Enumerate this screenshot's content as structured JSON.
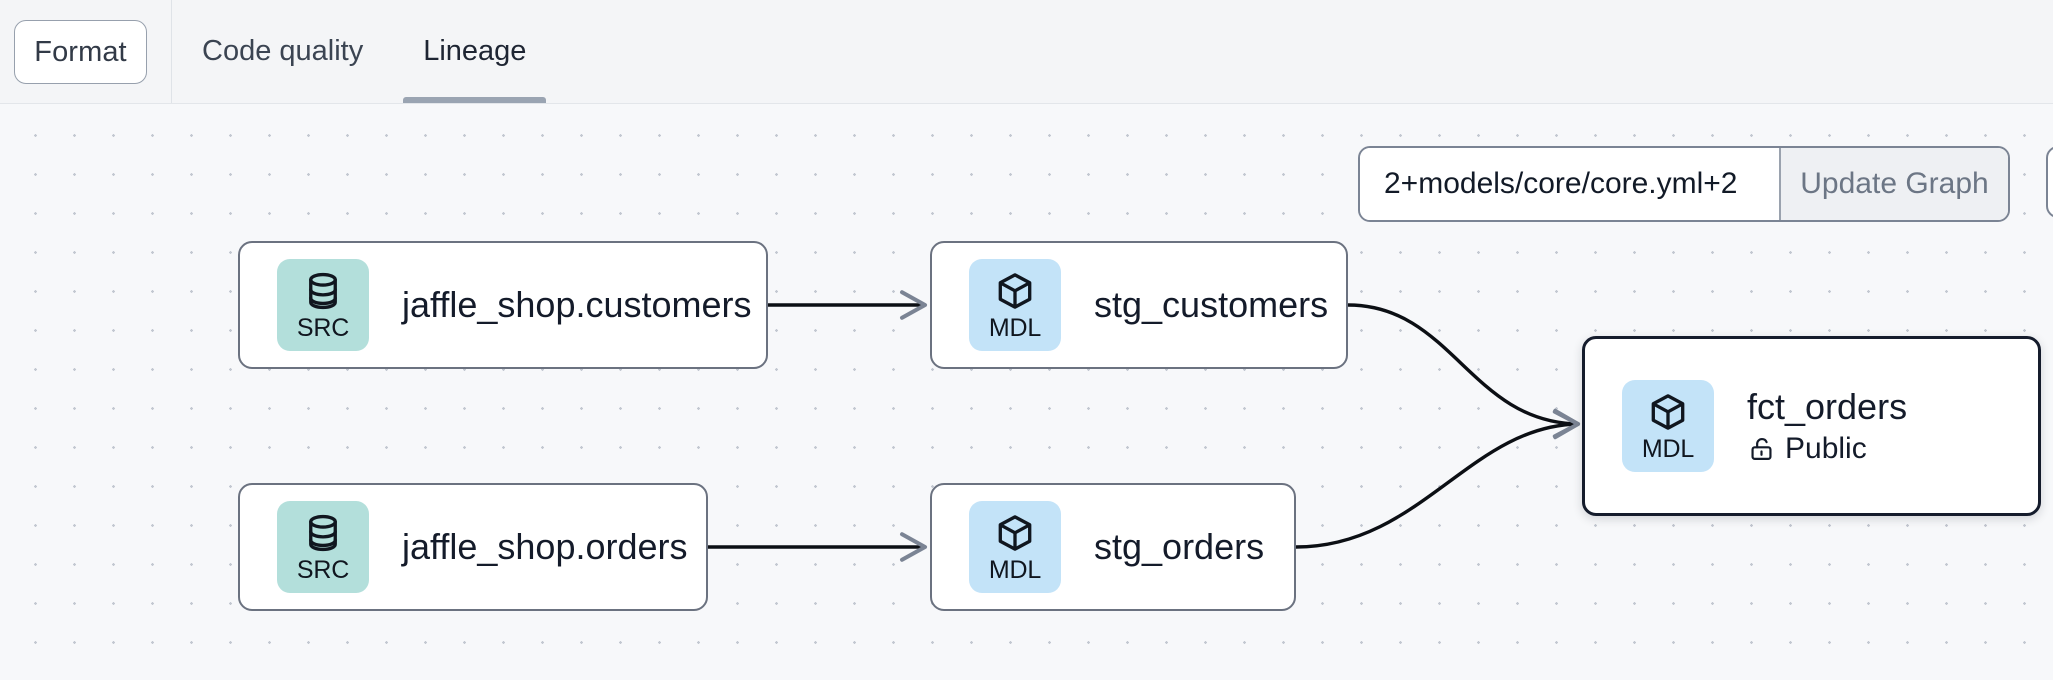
{
  "toolbar": {
    "format_label": "Format",
    "tabs": [
      {
        "label": "Code quality",
        "active": false
      },
      {
        "label": "Lineage",
        "active": true
      }
    ]
  },
  "graph_controls": {
    "selector_value": "2+models/core/core.yml+2",
    "selector_placeholder": "",
    "update_button_label": "Update Graph"
  },
  "lineage": {
    "nodes": [
      {
        "id": "jaffle_shop_customers",
        "badge_kind": "src",
        "badge_label": "SRC",
        "badge_icon": "database-icon",
        "title": "jaffle_shop.customers",
        "subtitle": null,
        "selected": false
      },
      {
        "id": "jaffle_shop_orders",
        "badge_kind": "src",
        "badge_label": "SRC",
        "badge_icon": "database-icon",
        "title": "jaffle_shop.orders",
        "subtitle": null,
        "selected": false
      },
      {
        "id": "stg_customers",
        "badge_kind": "mdl",
        "badge_label": "MDL",
        "badge_icon": "cube-icon",
        "title": "stg_customers",
        "subtitle": null,
        "selected": false
      },
      {
        "id": "stg_orders",
        "badge_kind": "mdl",
        "badge_label": "MDL",
        "badge_icon": "cube-icon",
        "title": "stg_orders",
        "subtitle": null,
        "selected": false
      },
      {
        "id": "fct_orders",
        "badge_kind": "mdl",
        "badge_label": "MDL",
        "badge_icon": "cube-icon",
        "title": "fct_orders",
        "subtitle": "Public",
        "subtitle_icon": "unlock-icon",
        "selected": true
      }
    ],
    "edges": [
      {
        "from": "jaffle_shop_customers",
        "to": "stg_customers"
      },
      {
        "from": "jaffle_shop_orders",
        "to": "stg_orders"
      },
      {
        "from": "stg_customers",
        "to": "fct_orders"
      },
      {
        "from": "stg_orders",
        "to": "fct_orders"
      }
    ]
  },
  "colors": {
    "src_badge": "#b3dfdb",
    "mdl_badge": "#c3e3f8",
    "node_border": "#6b7280",
    "selected_border": "#151c2c",
    "edge": "#0c0f14",
    "canvas_background": "#f7f8fa",
    "toolbar_background": "#f4f5f7",
    "active_tab_underline": "#9aa4b2",
    "text": "#141b2a"
  }
}
